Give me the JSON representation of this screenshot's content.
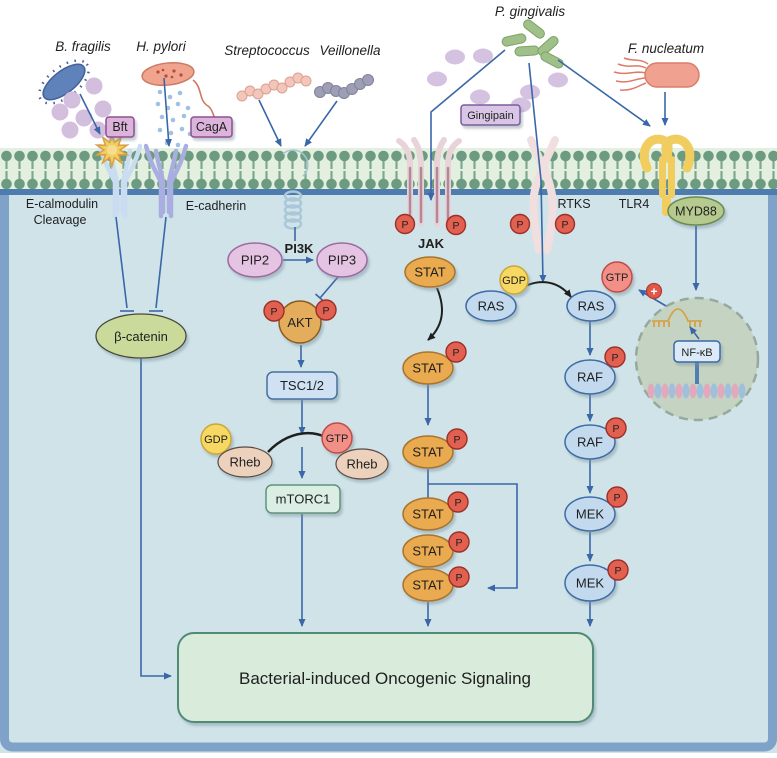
{
  "figure": {
    "kind": "bacterial-oncogenic-signaling-pathway-diagram"
  },
  "bacteria": {
    "b_fragilis": "B. fragilis",
    "h_pylori": "H. pylori",
    "streptococcus": "Streptococcus",
    "veillonella": "Veillonella",
    "p_gingivalis": "P. gingivalis",
    "f_nucleatum": "F. nucleatum"
  },
  "virulence_factors": {
    "bft": "Bft",
    "caga": "CagA",
    "gingipain": "Gingipain"
  },
  "membrane": {
    "e_calmodulin_line1": "E-calmodulin",
    "e_calmodulin_line2": "Cleavage",
    "e_cadherin": "E-cadherin",
    "jak": "JAK",
    "rtks": "RTKS",
    "tlr4": "TLR4",
    "myd88": "MYD88"
  },
  "pi3k_akt_mtor": {
    "pip2": "PIP2",
    "pi3k": "PI3K",
    "pip3": "PIP3",
    "akt": "AKT",
    "tsc12": "TSC1/2",
    "rheb": "Rheb",
    "gdp": "GDP",
    "gtp": "GTP",
    "mtorc1": "mTORC1"
  },
  "jak_stat": {
    "stat": "STAT"
  },
  "ras_raf_mek": {
    "ras": "RAS",
    "raf": "RAF",
    "mek": "MEK",
    "gdp": "GDP",
    "gtp": "GTP"
  },
  "nucleus_group": {
    "nfkb": "NF-κB",
    "plus": "+"
  },
  "wnt": {
    "beta_catenin": "β-catenin"
  },
  "phospho_label": "P",
  "outcome_box": {
    "label": "Bacterial-induced Oncogenic Signaling"
  },
  "colors": {
    "extracellular": "#ffffff",
    "cytoplasm": "#cfe3e9",
    "cell_frame": "#7fa2c8",
    "membrane_band": "#e3efdf",
    "membrane_head": "#6d9b82",
    "membrane_baseline": "#4e7cae",
    "arrow_blue": "#3a67a8",
    "arrow_black": "#1f1f1f",
    "stat_fill": "#eaaa50",
    "phospho_fill": "#e26050",
    "gdp_fill": "#f6d863",
    "gtp_fill": "#f29088",
    "kinase_blue_fill": "#c2d9ee",
    "pip_fill": "#e5c3e2",
    "akt_fill": "#e3ad5c",
    "rheb_fill": "#ecd2bc",
    "beta_catenin_fill": "#c9da9b",
    "myd88_fill": "#b6ca90",
    "mtorc1_fill": "#dbeee4",
    "outcome_fill": "#d9ecdc",
    "outcome_border": "#4f8b74",
    "nucleus_fill": "#c5d3c2",
    "toxin_box_fill": "#dcb3da",
    "tlr4_yellow": "#f0cd5e"
  }
}
